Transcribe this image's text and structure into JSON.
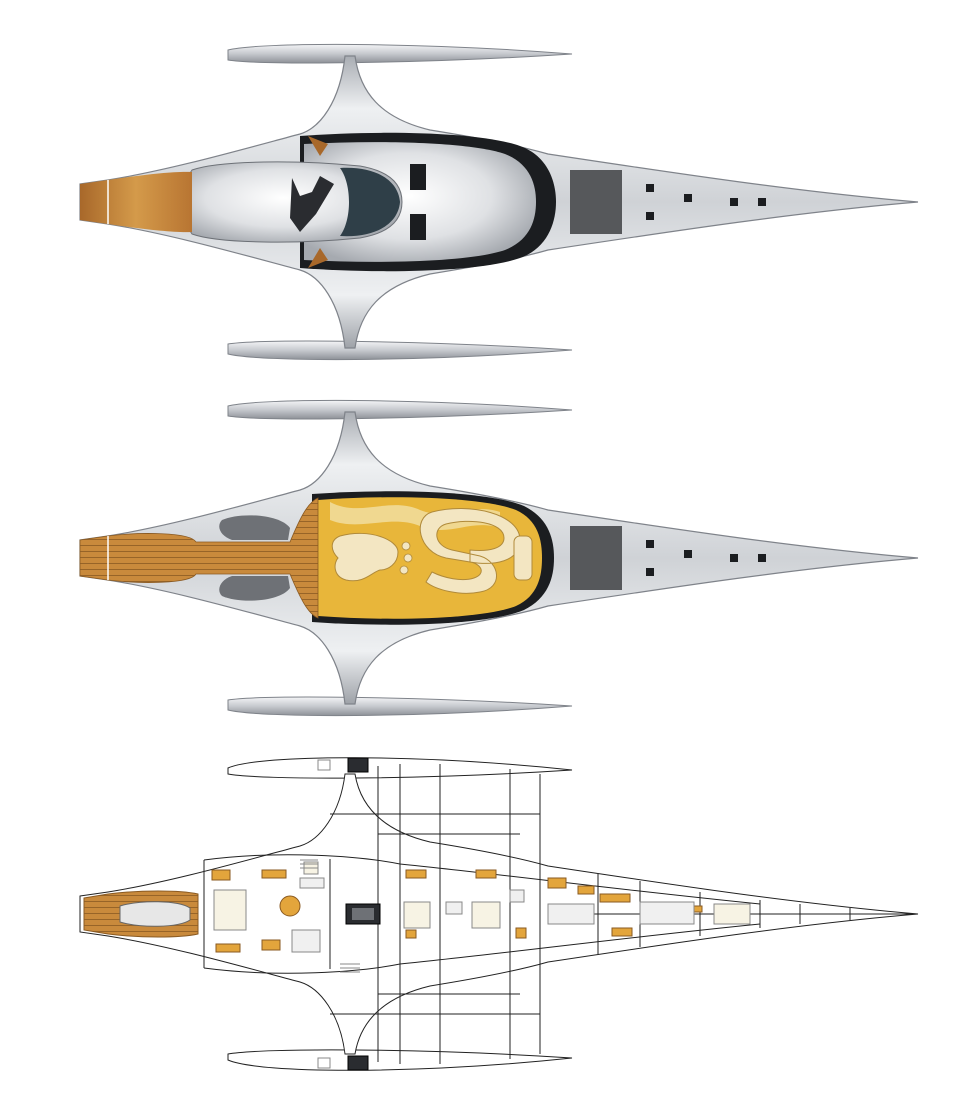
{
  "figure": {
    "views": [
      {
        "id": "exterior-top-view",
        "kind": "exterior"
      },
      {
        "id": "deck-plan-view",
        "kind": "deck"
      },
      {
        "id": "interior-layout-view",
        "kind": "interior"
      }
    ]
  },
  "colors": {
    "background": "#ffffff",
    "hull_silver": "#d9dbdf",
    "hull_highlight": "#f4f5f7",
    "hull_shadow": "#9ea2a8",
    "teak": "#c98a3c",
    "teak_dark": "#8a5a22",
    "deck_yellow": "#e8b63a",
    "cream": "#f3e6c2",
    "dark_glass": "#1b1d20",
    "glass_blue": "#2f3f48",
    "solar_gray": "#56585b",
    "line": "#222222"
  }
}
